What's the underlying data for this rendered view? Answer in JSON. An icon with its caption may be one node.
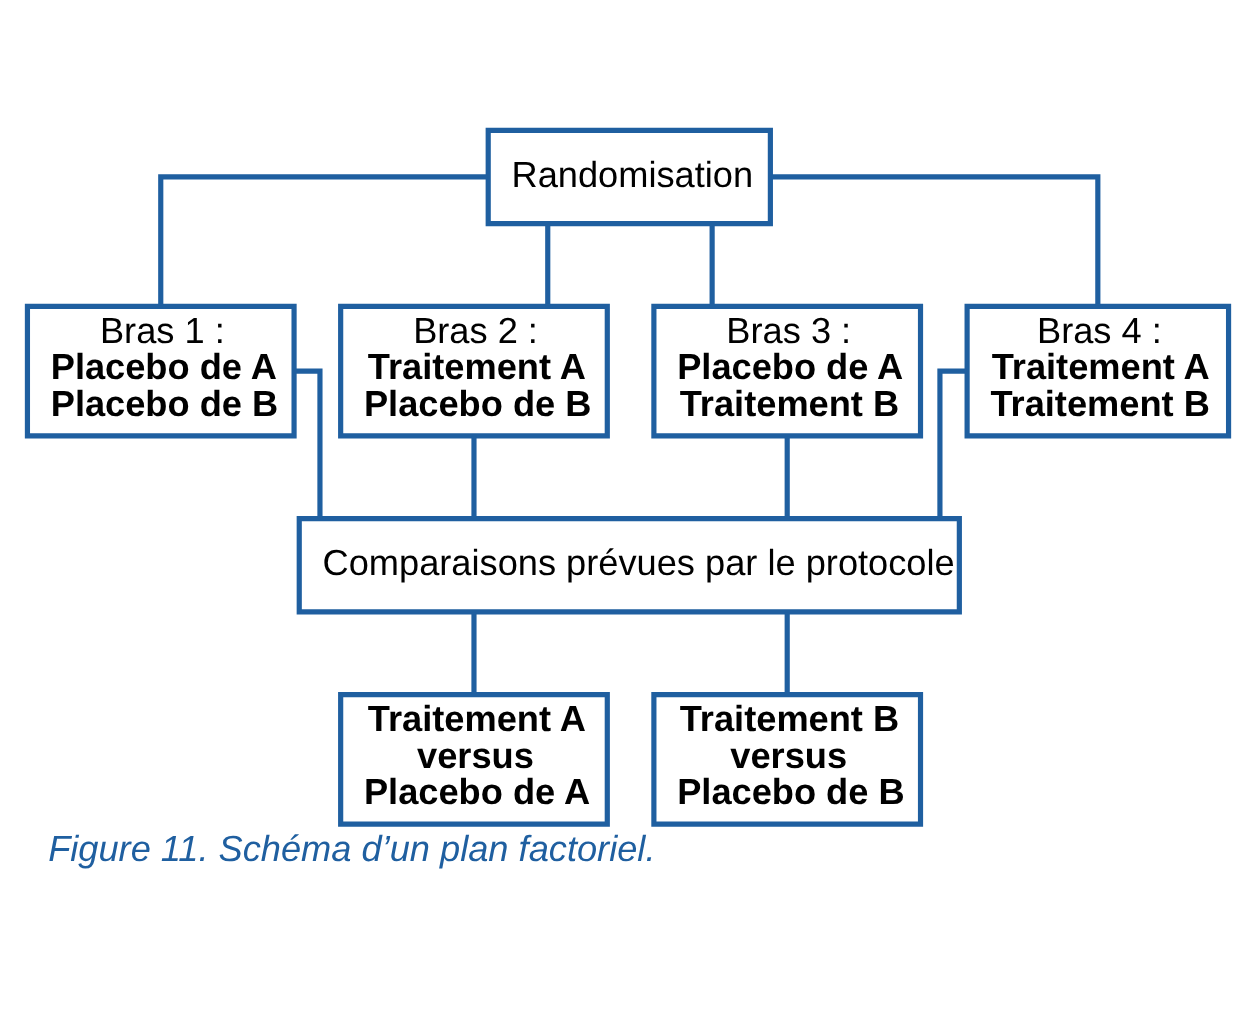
{
  "diagram": {
    "caption": "Figure 11. Schéma d’un plan factoriel.",
    "nodes": [
      {
        "text": [
          "Randomisation"
        ]
      },
      {
        "text": [
          "Bras 1 :",
          "Placebo de A Placebo de B"
        ]
      },
      {
        "text": [
          "Bras 2 :",
          "Traitement A Placebo de B"
        ]
      },
      {
        "text": [
          "Bras 3 :",
          "Placebo de A Traitement B"
        ]
      },
      {
        "text": [
          "Bras 4 :",
          "Traitement A Traitement B"
        ]
      },
      {
        "text": [
          "Comparaisons prévues par le protocole"
        ]
      },
      {
        "text": [
          "Traitement A versus Placebo de A"
        ]
      },
      {
        "text": [
          "Traitement B versus Placebo de B"
        ]
      }
    ],
    "edges": [
      {
        "from": 0,
        "to": 1,
        "arrow": "none"
      },
      {
        "from": 0,
        "to": 2,
        "arrow": "none"
      },
      {
        "from": 0,
        "to": 3,
        "arrow": "none"
      },
      {
        "from": 0,
        "to": 4,
        "arrow": "none"
      },
      {
        "from": 1,
        "to": 5,
        "arrow": "none"
      },
      {
        "from": 2,
        "to": 5,
        "arrow": "none"
      },
      {
        "from": 3,
        "to": 5,
        "arrow": "none"
      },
      {
        "from": 4,
        "to": 5,
        "arrow": "none"
      },
      {
        "from": 5,
        "to": 6,
        "arrow": "none"
      },
      {
        "from": 5,
        "to": 7,
        "arrow": "none"
      }
    ]
  }
}
